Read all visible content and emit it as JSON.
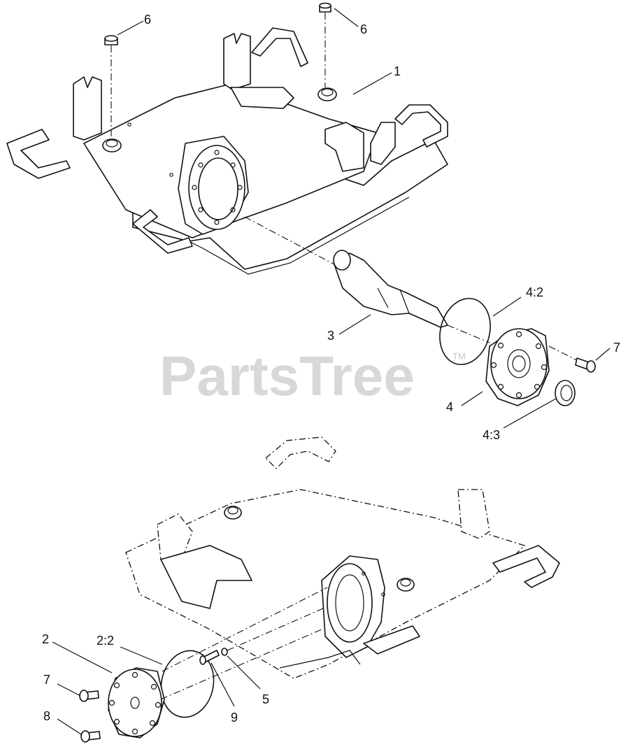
{
  "watermark": {
    "text": "PartsTree",
    "trademark": "TM"
  },
  "callouts": [
    {
      "id": "c1",
      "label": "1"
    },
    {
      "id": "c2",
      "label": "2"
    },
    {
      "id": "c22",
      "label": "2:2"
    },
    {
      "id": "c3",
      "label": "3"
    },
    {
      "id": "c4",
      "label": "4"
    },
    {
      "id": "c42",
      "label": "4:2"
    },
    {
      "id": "c43",
      "label": "4:3"
    },
    {
      "id": "c5",
      "label": "5"
    },
    {
      "id": "c6a",
      "label": "6"
    },
    {
      "id": "c6b",
      "label": "6"
    },
    {
      "id": "c7a",
      "label": "7"
    },
    {
      "id": "c7b",
      "label": "7"
    },
    {
      "id": "c8",
      "label": "8"
    },
    {
      "id": "c9",
      "label": "9"
    }
  ]
}
